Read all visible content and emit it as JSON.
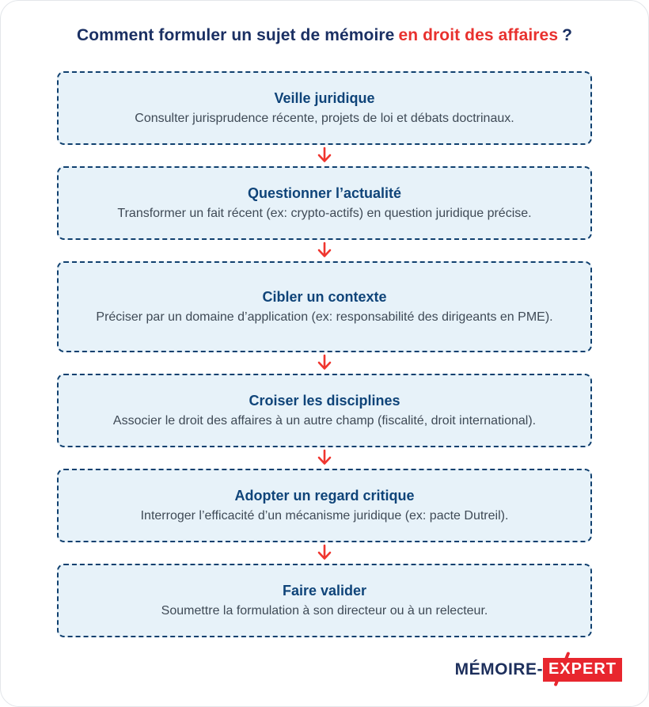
{
  "title": {
    "main": "Comment formuler un sujet de mémoire",
    "highlight": "en droit des affaires",
    "punctuation": "?"
  },
  "steps": [
    {
      "title": "Veille juridique",
      "description": "Consulter jurisprudence récente, projets de loi et débats doctrinaux."
    },
    {
      "title": "Questionner l’actualité",
      "description": "Transformer un fait récent (ex: crypto-actifs) en question juridique précise."
    },
    {
      "title": "Cibler un contexte",
      "description": "Préciser par un domaine d’application (ex: responsabilité des dirigeants en PME)."
    },
    {
      "title": "Croiser les disciplines",
      "description": "Associer le droit des affaires à un autre champ (fiscalité, droit international)."
    },
    {
      "title": "Adopter un regard critique",
      "description": "Interroger l’efficacité d’un mécanisme juridique (ex: pacte Dutreil)."
    },
    {
      "title": "Faire valider",
      "description": "Soumettre la formulation à son directeur ou à un relecteur."
    }
  ],
  "connector": {
    "icon": "down-arrow-icon",
    "color": "#f0362f"
  },
  "logo": {
    "prefix": "MÉMOIRE-",
    "suffix": "EXPERT"
  },
  "colors": {
    "title_navy": "#1b3063",
    "accent_red": "#e8312e",
    "box_border_navy": "#10406f",
    "box_fill_light_blue": "#e7f2f9",
    "box_title_blue": "#0f4479",
    "body_text": "#3f4a56",
    "logo_red": "#e8262e",
    "logo_navy": "#1d2f5c"
  }
}
